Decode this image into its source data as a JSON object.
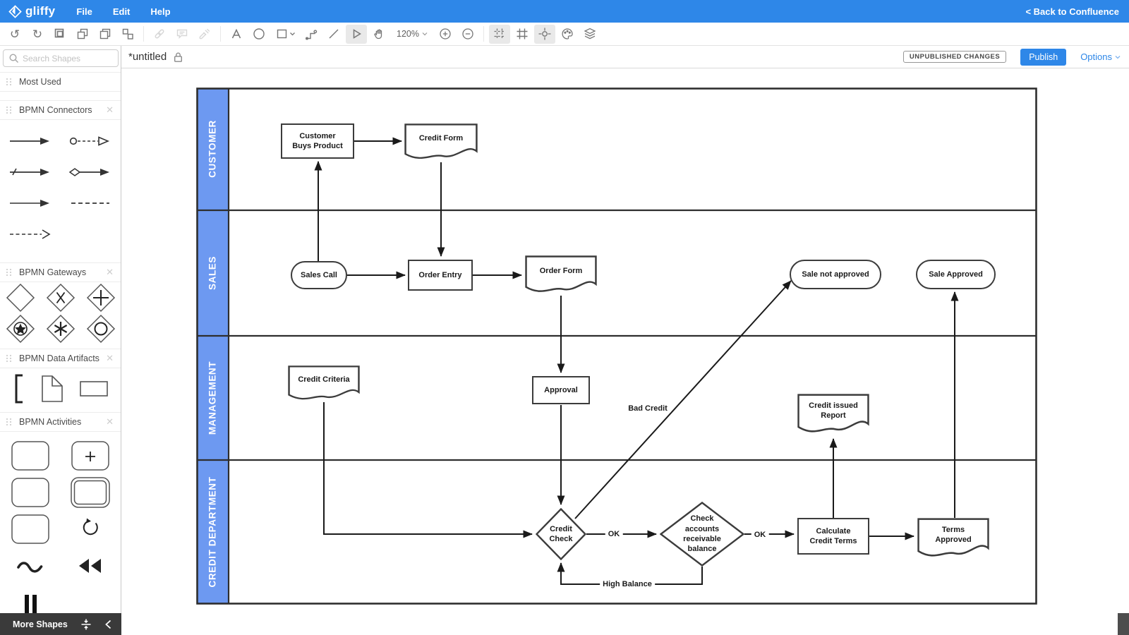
{
  "topbar": {
    "logo_text": "gliffy",
    "menus": [
      "File",
      "Edit",
      "Help"
    ],
    "back_link": "< Back to Confluence"
  },
  "toolbar": {
    "zoom_level": "120%"
  },
  "document_bar": {
    "title": "*untitled",
    "status_badge": "UNPUBLISHED CHANGES",
    "publish_label": "Publish",
    "options_label": "Options"
  },
  "sidebar": {
    "search_placeholder": "Search Shapes",
    "sections": [
      {
        "title": "Most Used"
      },
      {
        "title": "BPMN Connectors"
      },
      {
        "title": "BPMN Gateways"
      },
      {
        "title": "BPMN Data Artifacts"
      },
      {
        "title": "BPMN Activities"
      }
    ],
    "more_shapes_label": "More Shapes"
  },
  "diagram": {
    "lanes": [
      "CUSTOMER",
      "SALES",
      "MANAGEMENT",
      "CREDIT DEPARTMENT"
    ],
    "nodes": {
      "customer_buys": {
        "type": "process",
        "label": "Customer\nBuys Product"
      },
      "credit_form": {
        "type": "document",
        "label": "Credit Form"
      },
      "sales_call": {
        "type": "terminator",
        "label": "Sales Call"
      },
      "order_entry": {
        "type": "process",
        "label": "Order Entry"
      },
      "order_form": {
        "type": "document",
        "label": "Order Form"
      },
      "sale_not_approved": {
        "type": "terminator",
        "label": "Sale not approved"
      },
      "sale_approved": {
        "type": "terminator",
        "label": "Sale Approved"
      },
      "credit_criteria": {
        "type": "document",
        "label": "Credit Criteria"
      },
      "approval": {
        "type": "process",
        "label": "Approval"
      },
      "credit_issued_report": {
        "type": "document",
        "label": "Credit issued\nReport"
      },
      "credit_check": {
        "type": "decision",
        "label": "Credit\nCheck"
      },
      "check_accounts": {
        "type": "decision",
        "label": "Check\naccounts\nreceivable\nbalance"
      },
      "calculate_credit_terms": {
        "type": "process",
        "label": "Calculate\nCredit Terms"
      },
      "terms_approved": {
        "type": "document",
        "label": "Terms\nApproved"
      }
    },
    "edge_labels": {
      "ok_credit_check": "OK",
      "ok_accounts": "OK",
      "bad_credit": "Bad Credit",
      "high_balance": "High Balance"
    }
  },
  "colors": {
    "topbar_blue": "#2e87e8",
    "lane_blue": "#6d99f1",
    "accent_blue": "#2e87e8",
    "diagram_stroke": "#1a1a1a"
  }
}
